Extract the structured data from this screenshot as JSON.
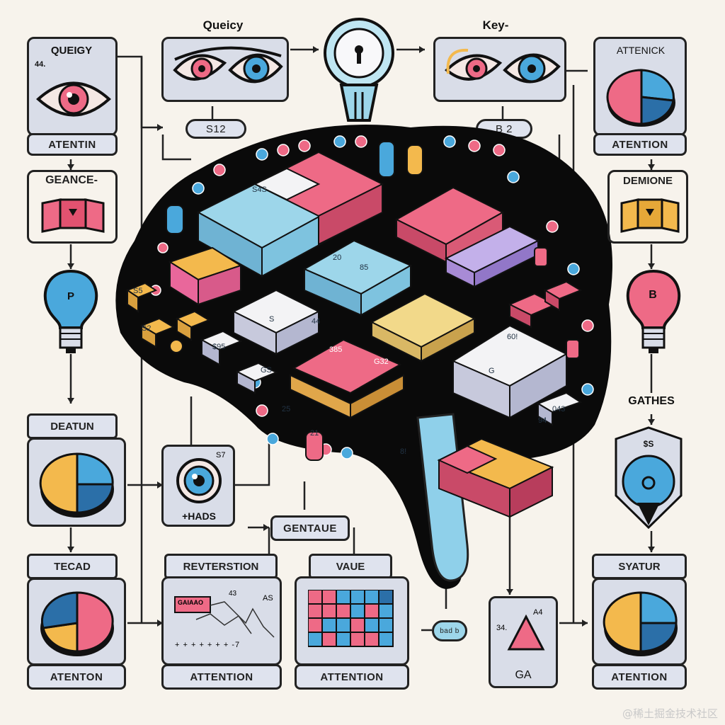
{
  "labels": {
    "top_query": "Queicy",
    "top_key": "Key-",
    "tl_title": "QUEIGY",
    "tl_small": "44.",
    "tl_bottom": "ATENTIN",
    "tr_title": "ATTENICK",
    "tr_bottom": "ATENTION",
    "s12": "S12",
    "b2": "B 2",
    "geance": "GEANCE-",
    "demione": "DEMIONE",
    "bulb_left": "P",
    "bulb_right": "B",
    "gathes": "GATHES",
    "gathes_small": "$S",
    "deatun": "DEATUN",
    "heads_corner": "S7",
    "heads": "+HADS",
    "gentaue": "GENTAUE",
    "tecad": "TECAD",
    "revterstion": "REVTERSTION",
    "value": "VAUE",
    "syatur": "SYATUR",
    "rev_inner": "GAIAAO",
    "rev_43": "43",
    "rev_as": "AS",
    "rev_axis": "+ + + + + + + -7",
    "ga_left": "34.",
    "ga_right": "A4",
    "ga": "GA",
    "bottom_1": "ATENTON",
    "bottom_2": "ATTENTION",
    "bottom_3": "ATTENTION",
    "bottom_4": "ATENTION",
    "connector": "bad b",
    "brain_nums": [
      "S4S",
      "20",
      "85",
      "S",
      "44",
      "S5",
      "385",
      "G32",
      "GS",
      "25",
      "21",
      "60!",
      "G",
      "043",
      "94",
      "8!",
      "85",
      "S2",
      "$95"
    ]
  },
  "colors": {
    "pink": "#ee6a86",
    "blue": "#4aa8dc",
    "yellow": "#f3b94d",
    "lightblue": "#9dd6ea",
    "purple": "#a88bd6",
    "dark": "#0a0a0a"
  },
  "watermark": "@稀土掘金技术社区"
}
